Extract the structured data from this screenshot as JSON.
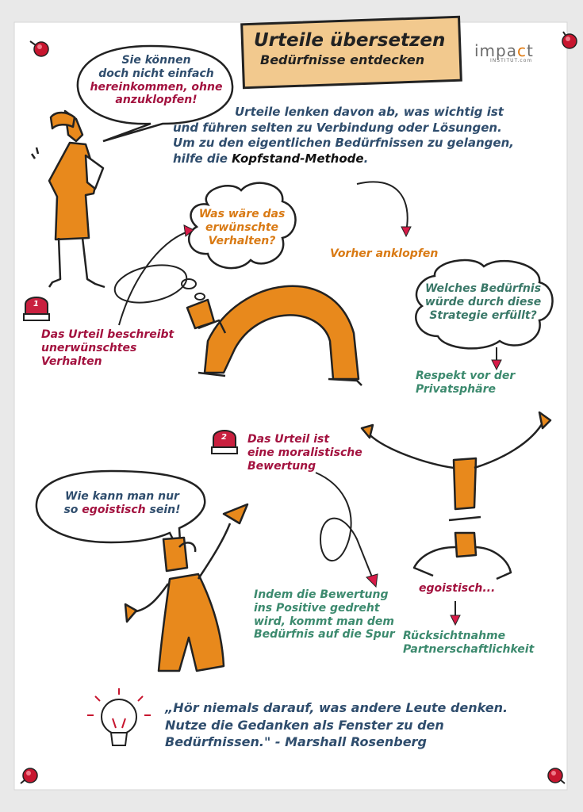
{
  "title": {
    "main": "Urteile übersetzen",
    "sub": "Bedürfnisse entdecken"
  },
  "logo": {
    "text_a": "impa",
    "text_c": "c",
    "text_t": "t",
    "sub": "INSTITUT.com",
    "accent_color": "#e07a10"
  },
  "bubble_top": {
    "line1": "Sie können",
    "line2": "doch nicht einfach",
    "line3": "hereinkommen, ohne",
    "line4": "anzuklopfen!"
  },
  "intro": {
    "line1": "Urteile lenken davon ab, was wichtig ist",
    "line2": "und führen selten zu Verbindung oder Lösungen.",
    "line3_a": "Um zu den eigentlichen Bedürfnissen zu gelangen,",
    "line4_a": "hilfe die ",
    "line4_b": "Kopfstand-Methode",
    "line4_c": "."
  },
  "cloud_desired": {
    "line1": "Was wäre das",
    "line2": "erwünschte",
    "line3": "Verhalten?"
  },
  "knock_before": "Vorher anklopfen",
  "cloud_need": {
    "line1": "Welches Bedürfnis",
    "line2": "würde durch diese",
    "line3": "Strategie erfüllt?"
  },
  "respect": {
    "line1": "Respekt vor der",
    "line2": "Privatsphäre"
  },
  "step1": {
    "number": "1",
    "line1": "Das Urteil beschreibt",
    "line2": "unerwünschtes",
    "line3": "Verhalten"
  },
  "step2": {
    "number": "2",
    "line1": "Das Urteil ist",
    "line2": "eine moralistische",
    "line3": "Bewertung"
  },
  "bubble_bottom": {
    "line1": "Wie kann man nur",
    "line2_a": "so ",
    "line2_b": "egoistisch",
    "line2_c": " sein!"
  },
  "positive": {
    "line1": "Indem die Bewertung",
    "line2": "ins Positive gedreht",
    "line3": "wird, kommt man dem",
    "line4": "Bedürfnis auf die Spur"
  },
  "egoistic_label": "egoistisch...",
  "needs_result": {
    "line1": "Rücksichtnahme",
    "line2": "Partnerschaftlichkeit"
  },
  "quote": {
    "line1": "„Hör niemals darauf, was andere Leute denken.",
    "line2": "Nutze die Gedanken als Fenster zu den",
    "line3": "Bedürfnissen.\" - Marshall Rosenberg"
  },
  "icons": {
    "pins": "push-pin-icon",
    "bulb": "light-bulb-icon",
    "badge": "number-badge-icon"
  },
  "colors": {
    "blue_text": "#2f4d6d",
    "red_text": "#a3123f",
    "orange_text": "#d97a14",
    "green_text": "#3c8a6e",
    "figure_orange": "#e8891c",
    "banner": "#f0c58a"
  }
}
